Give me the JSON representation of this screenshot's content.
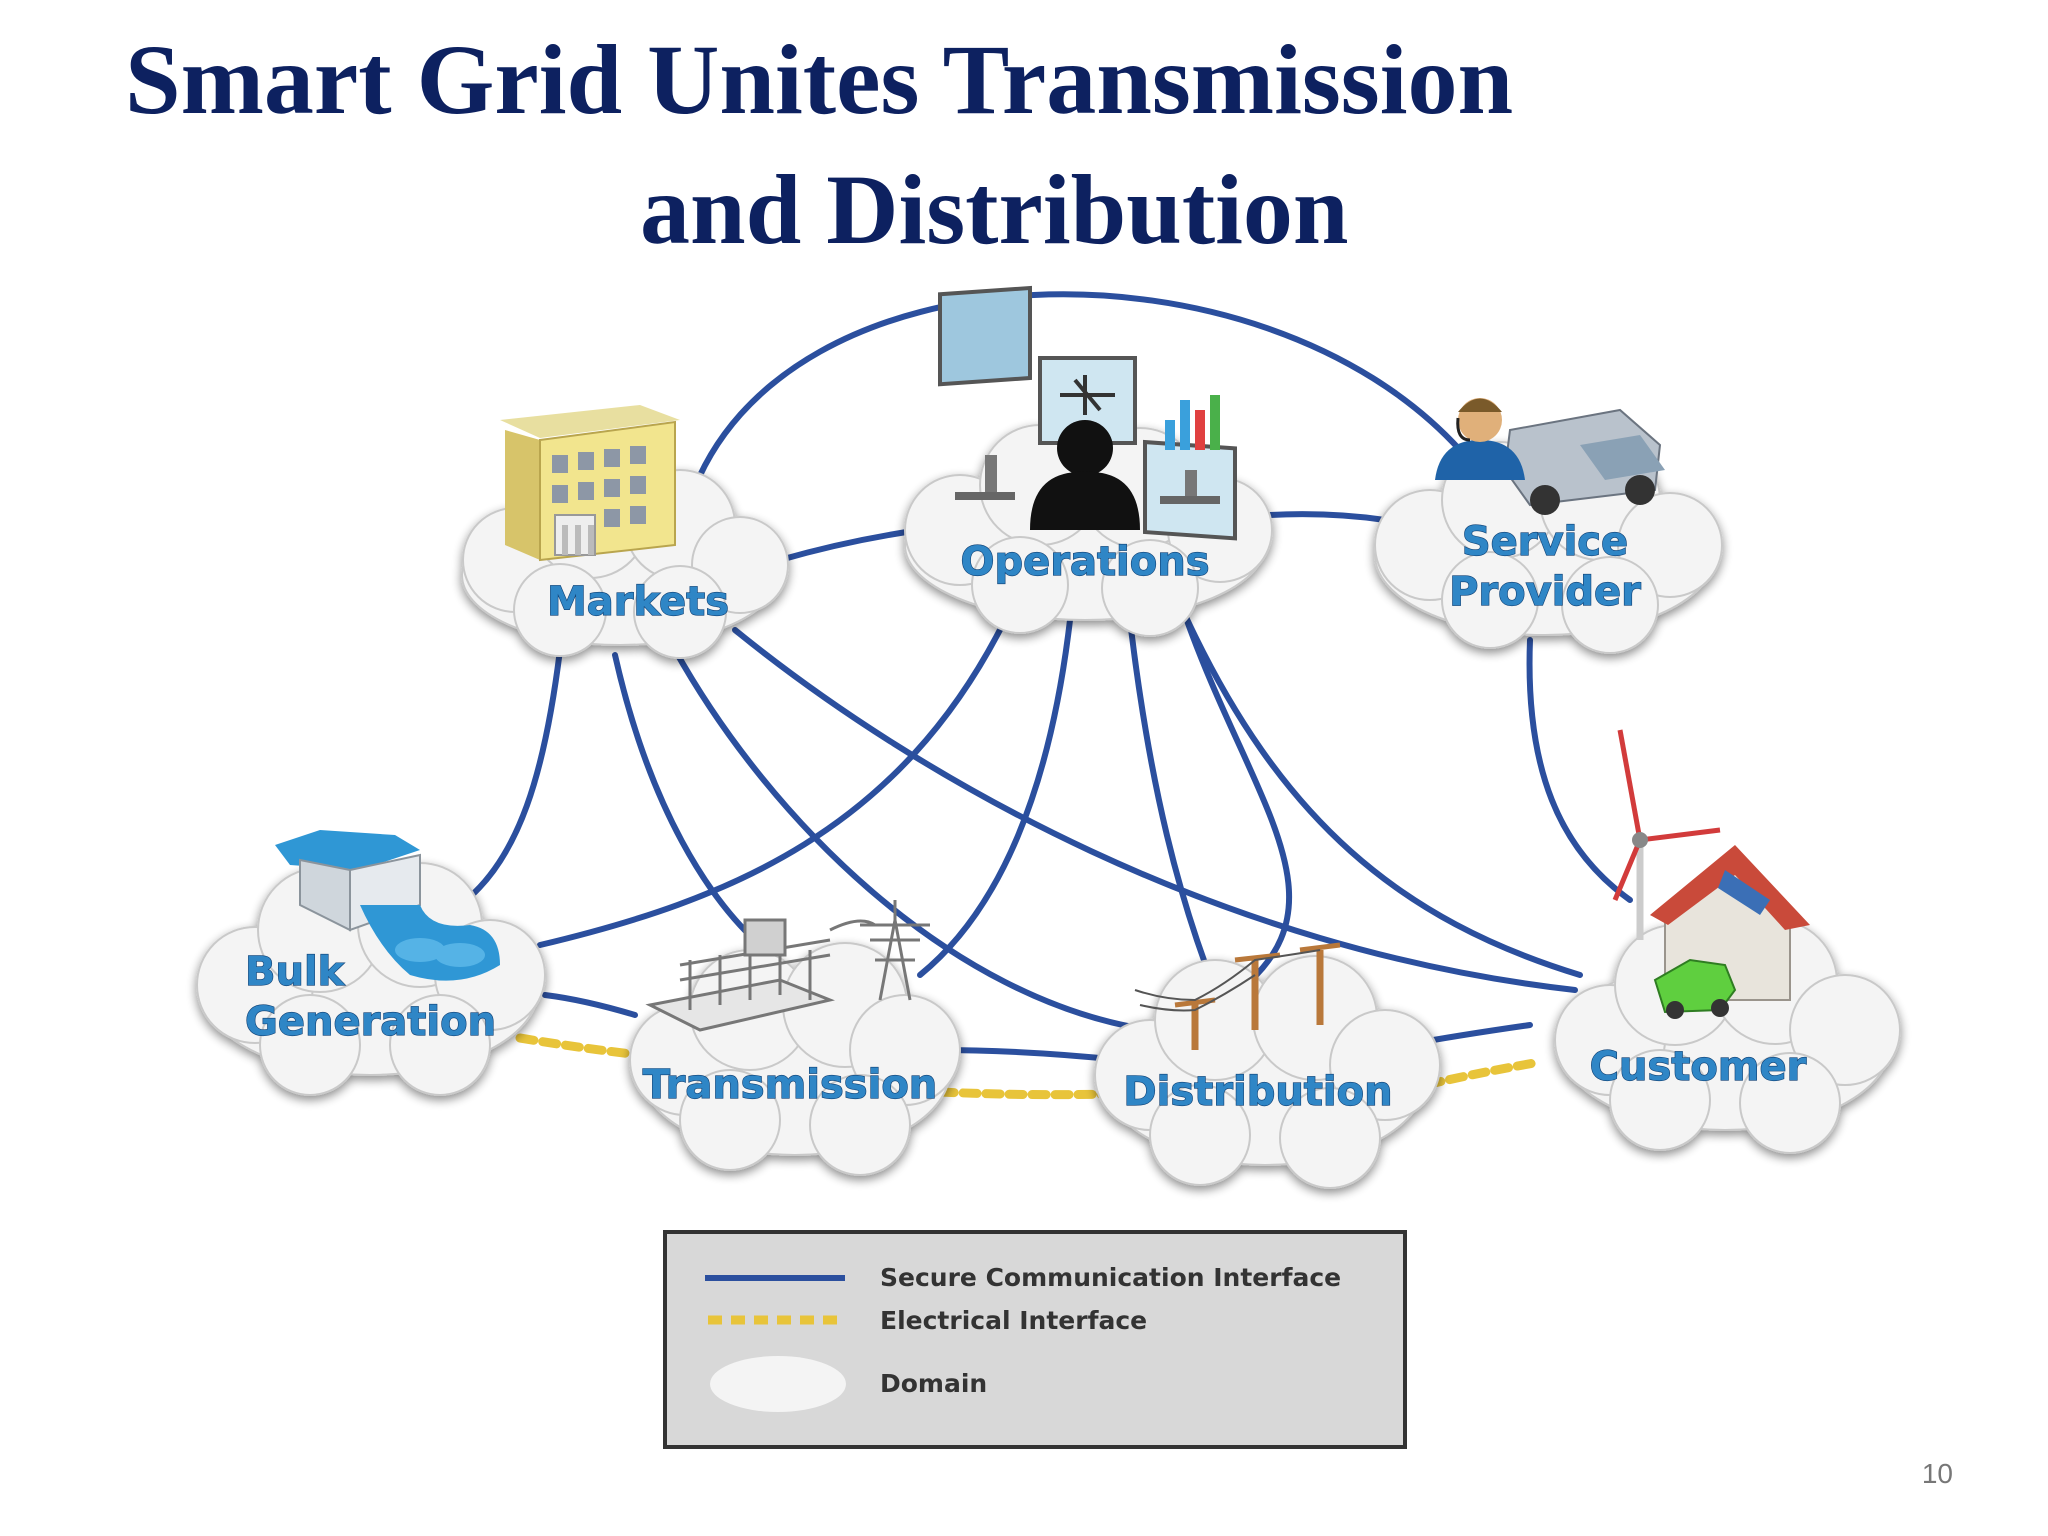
{
  "slide": {
    "title_line_1": "Smart Grid Unites Transmission",
    "title_line_2": "and Distribution",
    "page_number": "10"
  },
  "domains": {
    "markets": {
      "label": "Markets",
      "icon": "office-building-icon"
    },
    "operations": {
      "label": "Operations",
      "icon": "control-room-monitors-icon"
    },
    "service_provider": {
      "label_line_1": "Service",
      "label_line_2": "Provider",
      "icon": "technician-and-truck-icon"
    },
    "bulk_generation": {
      "label_line_1": "Bulk",
      "label_line_2": "Generation",
      "icon": "hydro-dam-icon"
    },
    "transmission": {
      "label": "Transmission",
      "icon": "substation-and-pylon-icon"
    },
    "distribution": {
      "label": "Distribution",
      "icon": "utility-poles-icon"
    },
    "customer": {
      "label": "Customer",
      "icon": "house-wind-turbine-car-icon"
    }
  },
  "legend": {
    "secure_communication": "Secure Communication Interface",
    "electrical": "Electrical Interface",
    "domain": "Domain"
  },
  "colors": {
    "title": "#0d2160",
    "communication_line": "#2b4f9e",
    "electrical_line": "#e8c43a",
    "domain_label": "#2f86c6"
  }
}
